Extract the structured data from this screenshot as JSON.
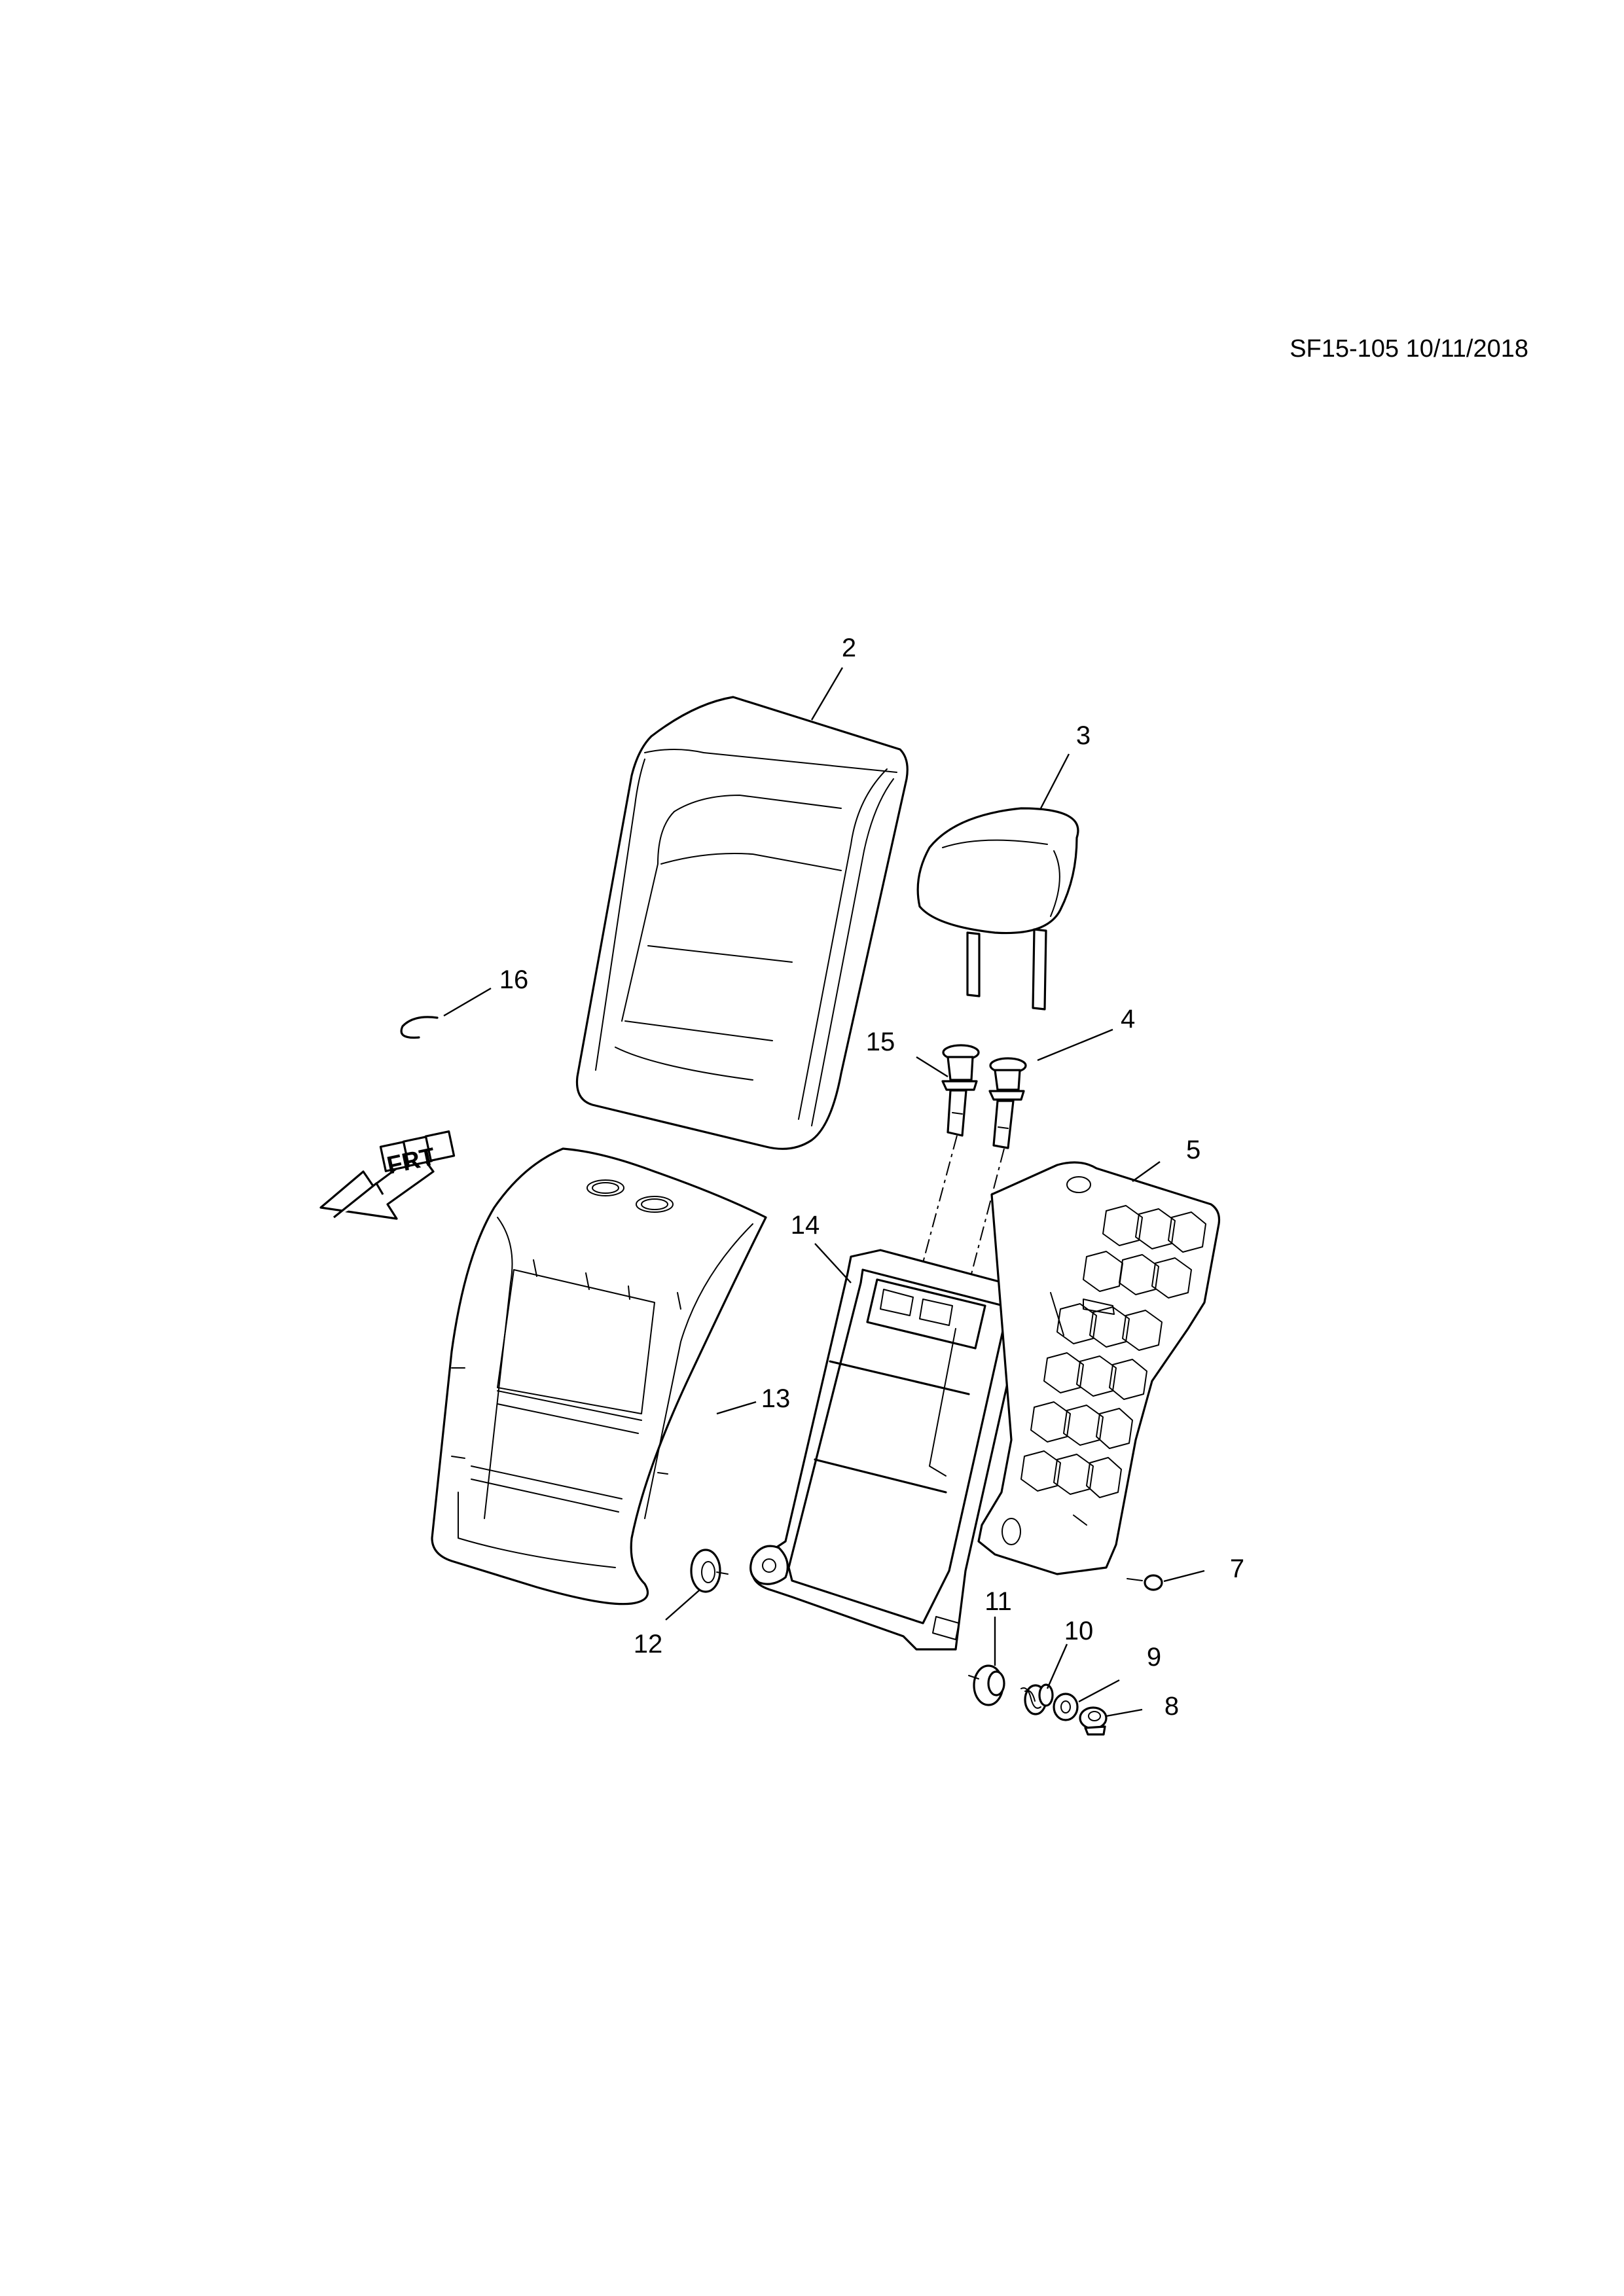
{
  "document": {
    "reference": "SF15-105 10/11/2018"
  },
  "callouts": [
    {
      "id": "2",
      "label": "2"
    },
    {
      "id": "3",
      "label": "3"
    },
    {
      "id": "4",
      "label": "4"
    },
    {
      "id": "5",
      "label": "5"
    },
    {
      "id": "7",
      "label": "7"
    },
    {
      "id": "8",
      "label": "8"
    },
    {
      "id": "9",
      "label": "9"
    },
    {
      "id": "10",
      "label": "10"
    },
    {
      "id": "11",
      "label": "11"
    },
    {
      "id": "12",
      "label": "12"
    },
    {
      "id": "13",
      "label": "13"
    },
    {
      "id": "14",
      "label": "14"
    },
    {
      "id": "15",
      "label": "15"
    },
    {
      "id": "16",
      "label": "16"
    }
  ],
  "direction_arrow": {
    "label": "FRT",
    "icon": "front-direction-arrow-icon"
  }
}
